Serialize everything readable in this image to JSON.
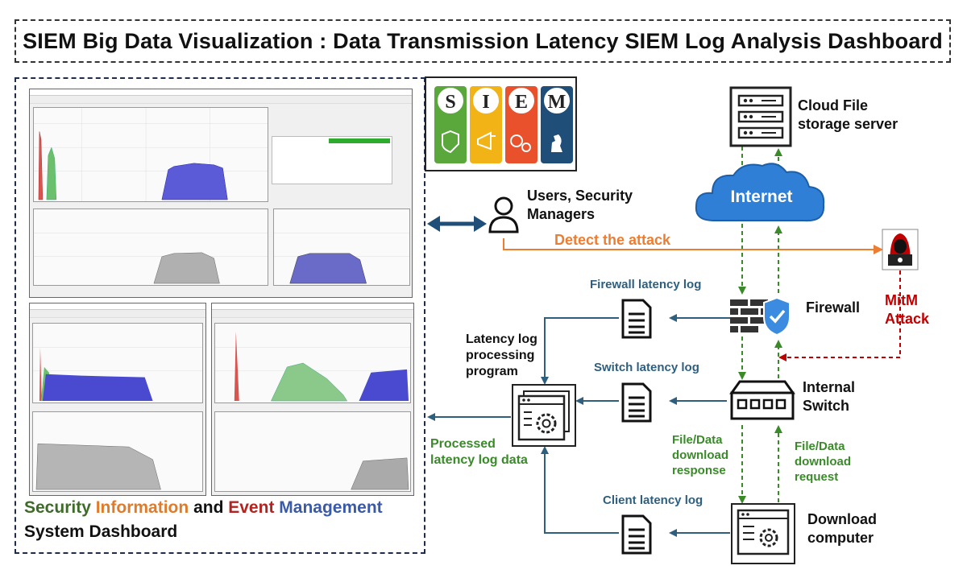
{
  "title": "SIEM Big Data Visualization : Data Transmission Latency SIEM Log Analysis Dashboard",
  "dashboard_caption": {
    "line1": [
      {
        "text": "Security",
        "color": "#3f6b2a"
      },
      {
        "text": "Information",
        "color": "#e07b2a"
      },
      {
        "text": "and",
        "color": "#111111"
      },
      {
        "text": "Event",
        "color": "#b3231f"
      },
      {
        "text": "Management",
        "color": "#3a5aa8"
      }
    ],
    "line2": "System Dashboard"
  },
  "siem_logo": {
    "letters": [
      "S",
      "I",
      "E",
      "M"
    ],
    "colors": [
      "#5aa83c",
      "#f2b317",
      "#e9502c",
      "#1f4e78"
    ]
  },
  "nodes": {
    "cloud": "Cloud File storage  server",
    "internet": "Internet",
    "users": "Users, Security Managers",
    "firewall": "Firewall",
    "switch": "Internal Switch",
    "download": "Download computer",
    "processor": "Latency log processing program"
  },
  "logs": {
    "firewall": "Firewall latency log",
    "switch": "Switch latency log",
    "client": "Client latency log"
  },
  "edges": {
    "detect": "Detect the attack",
    "mitm": "MitM Attack",
    "response": "File/Data download response",
    "request": "File/Data download request",
    "processed": "Processed latency log data"
  },
  "colors": {
    "attack_orange": "#ed7d31",
    "mitm_red": "#c00000",
    "flow_green": "#3a8a2a",
    "arrow_blue": "#2e5f7e",
    "internet_blue": "#2f7fd6"
  }
}
